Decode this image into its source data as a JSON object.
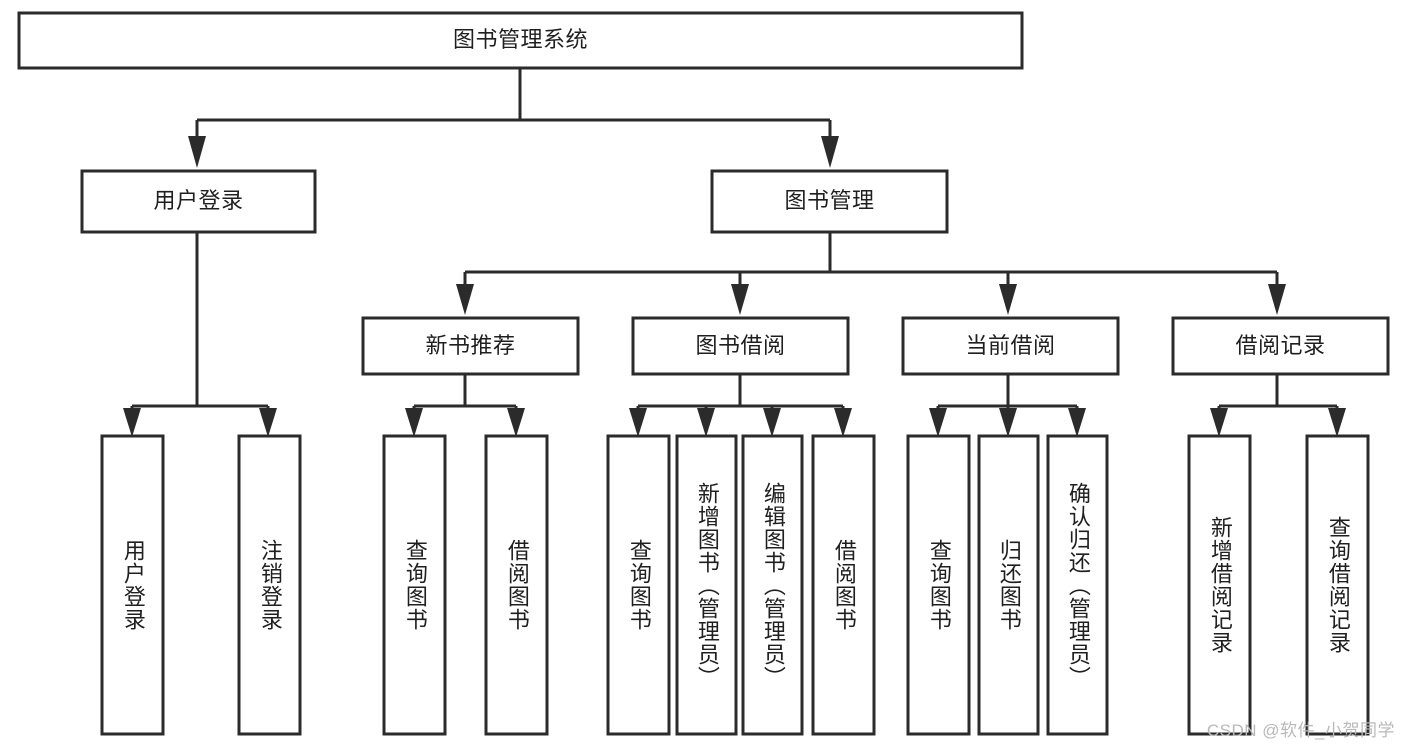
{
  "diagram": {
    "type": "tree-hierarchy-chart",
    "title": "图书管理系统",
    "orientation": "top-down",
    "colors": {
      "box_stroke": "#2b2b2b",
      "box_fill": "#ffffff",
      "connector": "#2b2b2b",
      "text": "#1f1f1f",
      "background": "#ffffff",
      "watermark": "#b9b9b9"
    },
    "levels": {
      "root": "图书管理系统",
      "level2": [
        "用户登录",
        "图书管理"
      ],
      "level3": [
        "新书推荐",
        "图书借阅",
        "当前借阅",
        "借阅记录"
      ],
      "level4_counts": [
        2,
        2,
        4,
        3,
        2
      ]
    },
    "nodes": {
      "root": {
        "label": "图书管理系统"
      },
      "user_login": {
        "label": "用户登录"
      },
      "book_manage": {
        "label": "图书管理"
      },
      "new_book_rec": {
        "label": "新书推荐"
      },
      "book_borrow": {
        "label": "图书借阅"
      },
      "current_borrow": {
        "label": "当前借阅"
      },
      "borrow_record": {
        "label": "借阅记录"
      }
    },
    "leaves": {
      "user_login": [
        {
          "label": "用户登录"
        },
        {
          "label": "注销登录"
        }
      ],
      "new_book_rec": [
        {
          "label": "查询图书"
        },
        {
          "label": "借阅图书"
        }
      ],
      "book_borrow": [
        {
          "label": "查询图书"
        },
        {
          "label": "新增图书（管理员）"
        },
        {
          "label": "编辑图书（管理员）"
        },
        {
          "label": "借阅图书"
        }
      ],
      "current_borrow": [
        {
          "label": "查询图书"
        },
        {
          "label": "归还图书"
        },
        {
          "label": "确认归还（管理员）"
        }
      ],
      "borrow_record": [
        {
          "label": "新增借阅记录"
        },
        {
          "label": "查询借阅记录"
        }
      ]
    },
    "watermark": "CSDN @软件_小贺同学"
  }
}
